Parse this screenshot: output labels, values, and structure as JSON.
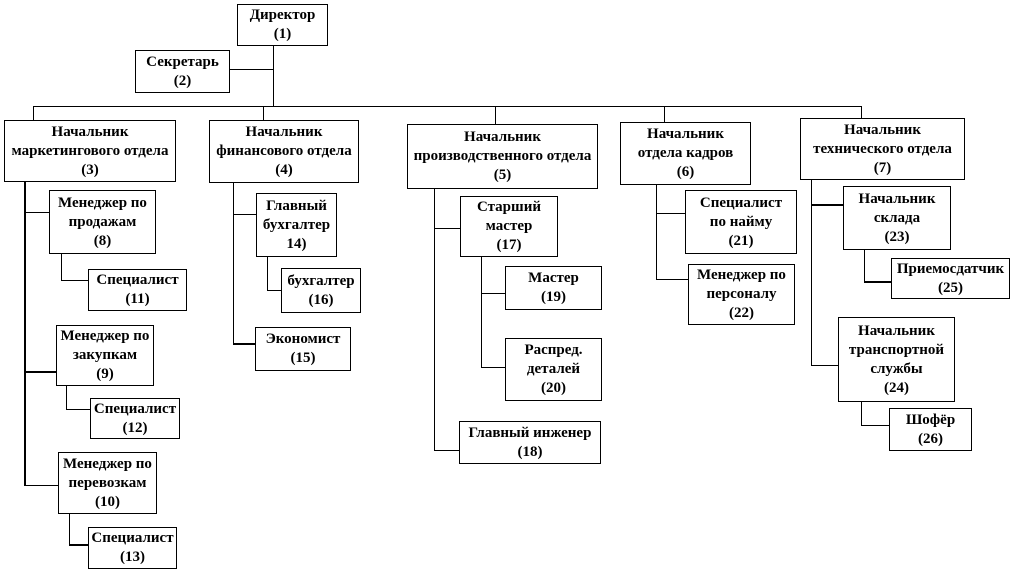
{
  "nodes": {
    "n1": {
      "lines": [
        "Директор",
        "(1)"
      ]
    },
    "n2": {
      "lines": [
        "Секретарь",
        "(2)"
      ]
    },
    "n3": {
      "lines": [
        "Начальник",
        "маркетингового отдела",
        "(3)"
      ]
    },
    "n4": {
      "lines": [
        "Начальник",
        "финансового отдела",
        "(4)"
      ]
    },
    "n5": {
      "lines": [
        "Начальник",
        "производственного отдела",
        "(5)"
      ]
    },
    "n6": {
      "lines": [
        "Начальник",
        "отдела кадров",
        "(6)"
      ]
    },
    "n7": {
      "lines": [
        "Начальник",
        "технического отдела",
        "(7)"
      ]
    },
    "n8": {
      "lines": [
        "Менеджер по",
        "продажам",
        "(8)"
      ]
    },
    "n9": {
      "lines": [
        "Менеджер по",
        "закупкам",
        "(9)"
      ]
    },
    "n10": {
      "lines": [
        "Менеджер по",
        "перевозкам",
        "(10)"
      ]
    },
    "n11": {
      "lines": [
        "Специалист",
        "(11)"
      ]
    },
    "n12": {
      "lines": [
        "Специалист",
        "(12)"
      ]
    },
    "n13": {
      "lines": [
        "Специалист",
        "(13)"
      ]
    },
    "n14": {
      "lines": [
        "Главный",
        "бухгалтер",
        "14)"
      ]
    },
    "n15": {
      "lines": [
        "Экономист",
        "(15)"
      ]
    },
    "n16": {
      "lines": [
        "бухгалтер",
        "(16)"
      ]
    },
    "n17": {
      "lines": [
        "Старший",
        "мастер",
        "(17)"
      ]
    },
    "n18": {
      "lines": [
        "Главный инженер",
        "(18)"
      ]
    },
    "n19": {
      "lines": [
        "Мастер",
        "(19)"
      ]
    },
    "n20": {
      "lines": [
        "Распред.",
        "деталей",
        "(20)"
      ]
    },
    "n21": {
      "lines": [
        "Специалист",
        "по найму",
        "(21)"
      ]
    },
    "n22": {
      "lines": [
        "Менеджер по",
        "персоналу",
        "(22)"
      ]
    },
    "n23": {
      "lines": [
        "Начальник",
        "склада",
        "(23)"
      ]
    },
    "n24": {
      "lines": [
        "Начальник",
        "транспортной",
        "службы",
        "(24)"
      ]
    },
    "n25": {
      "lines": [
        "Приемосдатчик",
        "(25)"
      ]
    },
    "n26": {
      "lines": [
        "Шофёр",
        "(26)"
      ]
    }
  }
}
